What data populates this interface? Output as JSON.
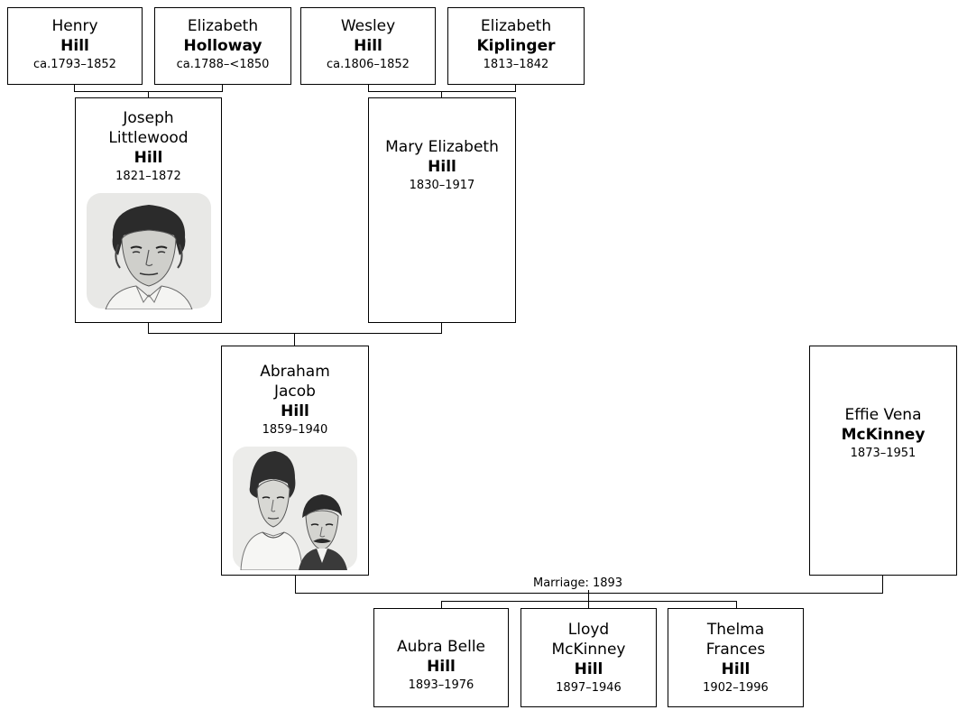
{
  "people": {
    "henry": {
      "given": "Henry",
      "surname": "Hill",
      "years": "ca.1793–1852"
    },
    "elizabeth_holloway": {
      "given": "Elizabeth",
      "surname": "Holloway",
      "years": "ca.1788–<1850"
    },
    "wesley": {
      "given": "Wesley",
      "surname": "Hill",
      "years": "ca.1806–1852"
    },
    "elizabeth_kiplinger": {
      "given": "Elizabeth",
      "surname": "Kiplinger",
      "years": "1813–1842"
    },
    "joseph": {
      "given1": "Joseph",
      "given2": "Littlewood",
      "surname": "Hill",
      "years": "1821–1872"
    },
    "mary": {
      "given": "Mary Elizabeth",
      "surname": "Hill",
      "years": "1830–1917"
    },
    "abraham": {
      "given1": "Abraham",
      "given2": "Jacob",
      "surname": "Hill",
      "years": "1859–1940"
    },
    "effie": {
      "given": "Effie Vena",
      "surname": "McKinney",
      "years": "1873–1951"
    },
    "aubra": {
      "given": "Aubra Belle",
      "surname": "Hill",
      "years": "1893–1976"
    },
    "lloyd": {
      "given1": "Lloyd",
      "given2": "McKinney",
      "surname": "Hill",
      "years": "1897–1946"
    },
    "thelma": {
      "given1": "Thelma",
      "given2": "Frances",
      "surname": "Hill",
      "years": "1902–1996"
    }
  },
  "marriage_label": "Marriage: 1893"
}
